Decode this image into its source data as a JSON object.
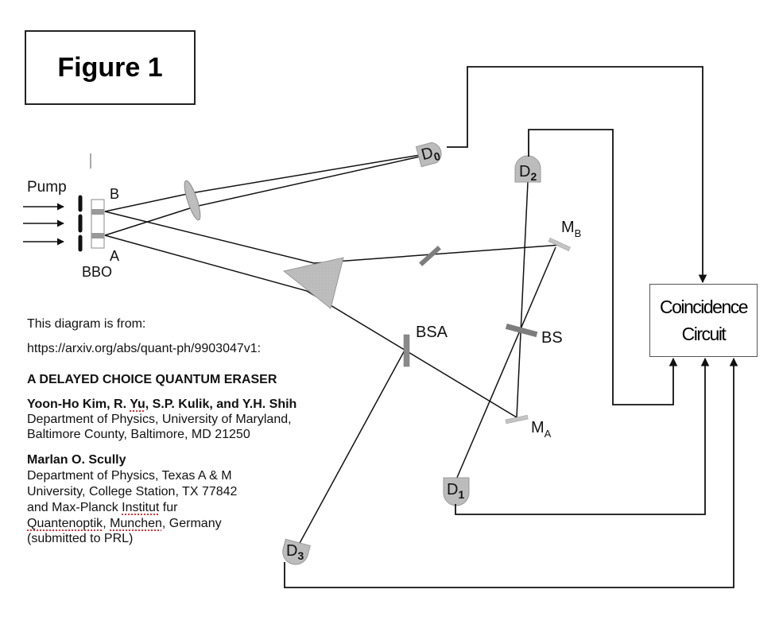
{
  "figure": {
    "title": "Figure 1"
  },
  "labels": {
    "pump": "Pump",
    "b": "B",
    "a": "A",
    "bbo": "BBO",
    "bsa": "BSA",
    "bs": "BS",
    "mb_main": "M",
    "mb_sub": "B",
    "ma_main": "M",
    "ma_sub": "A",
    "d0_main": "D",
    "d0_sub": "0",
    "d1_main": "D",
    "d1_sub": "1",
    "d2_main": "D",
    "d2_sub": "2",
    "d3_main": "D",
    "d3_sub": "3"
  },
  "coincidence": {
    "line1": "Coincidence",
    "line2": "Circuit"
  },
  "info": {
    "source_intro": "This diagram is from:",
    "source_url": "https://arxiv.org/abs/quant-ph/9903047v1:",
    "paper_title": "A DELAYED CHOICE QUANTUM ERASER",
    "authors_1": {
      "pre": "Yoon-Ho Kim, R. ",
      "flag": "Yu",
      "post": ", S.P. Kulik, and Y.H. Shih"
    },
    "affil_1_line1": "Department of Physics, University of Maryland,",
    "affil_1_line2": "Baltimore County, Baltimore, MD 21250",
    "author_2": "Marlan O. Scully",
    "affil_2_line1": "Department of Physics, Texas A & M",
    "affil_2_line2": "University, College Station, TX 77842",
    "affil_2_line3": {
      "pre": "and Max-Planck ",
      "flag": "Institut",
      "post": " fur"
    },
    "affil_2_line4": {
      "flag1": "Quantenoptik",
      "mid": ", ",
      "flag2": "Munchen",
      "post": ", Germany"
    },
    "affil_2_line5": "(submitted to PRL)"
  },
  "colors": {
    "line": "#111111",
    "component_fill": "#b9b9b9",
    "beamsplitter_fill": "#7d7d7d",
    "mirror_fill": "#c4c4c4",
    "spellcheck": "#dd3333"
  }
}
